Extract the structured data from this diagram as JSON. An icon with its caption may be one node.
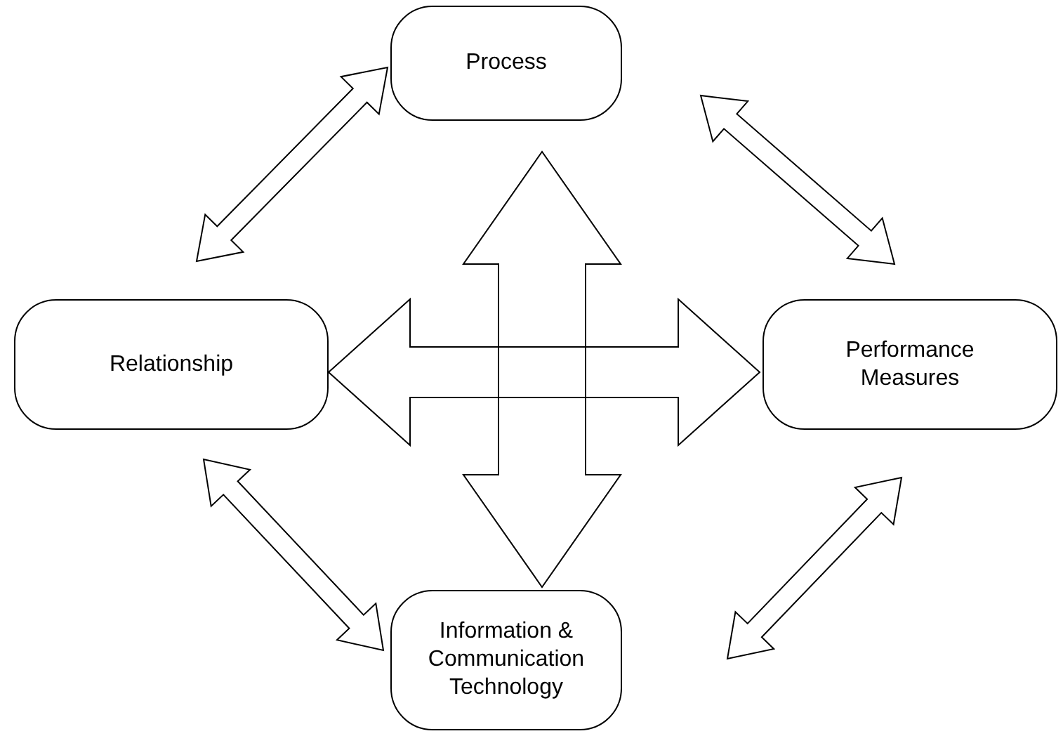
{
  "diagram": {
    "nodes": [
      {
        "text": [
          "Process"
        ]
      },
      {
        "text": [
          "Relationship"
        ]
      },
      {
        "text": [
          "Performance Measures"
        ]
      },
      {
        "text": [
          "Information & Communication Technology"
        ]
      }
    ],
    "edges": [
      {
        "from": 1,
        "to": 0,
        "arrow": "both",
        "style": "thick"
      },
      {
        "from": 0,
        "to": 2,
        "arrow": "both",
        "style": "thick"
      },
      {
        "from": 0,
        "to": 3,
        "arrow": "both",
        "style": "thick"
      },
      {
        "from": 1,
        "to": 2,
        "arrow": "both",
        "style": "thick"
      },
      {
        "from": 1,
        "to": 3,
        "arrow": "both",
        "style": "thick"
      },
      {
        "from": 2,
        "to": 3,
        "arrow": "both",
        "style": "thick"
      }
    ]
  }
}
